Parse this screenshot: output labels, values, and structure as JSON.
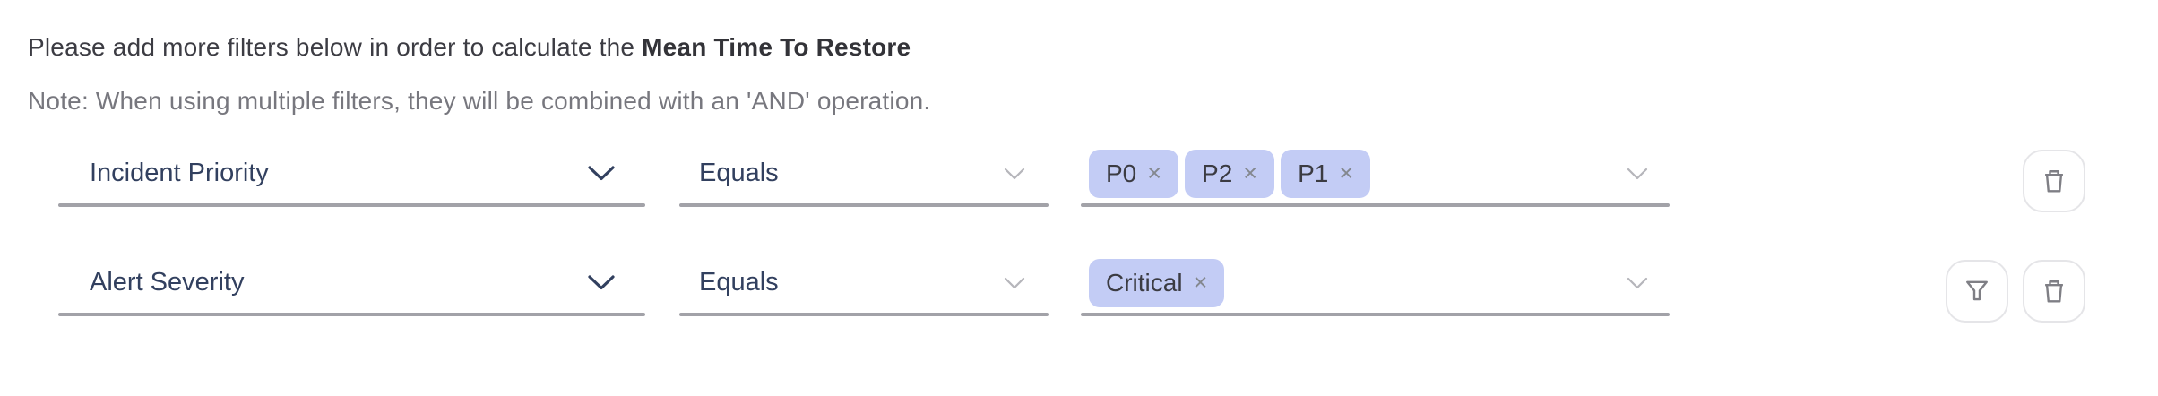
{
  "header": {
    "intro_text": "Please add more filters below in order to calculate the ",
    "metric_name": "Mean Time To Restore",
    "note": "Note: When using multiple filters, they will be combined with an 'AND' operation."
  },
  "ui": {
    "remove_glyph": "×"
  },
  "rows": [
    {
      "field": "Incident Priority",
      "operator": "Equals",
      "values": [
        "P0",
        "P2",
        "P1"
      ],
      "actions": [
        "delete"
      ]
    },
    {
      "field": "Alert Severity",
      "operator": "Equals",
      "values": [
        "Critical"
      ],
      "actions": [
        "filter",
        "delete"
      ]
    }
  ],
  "icons": {
    "field_chevron": "chevron-down-icon",
    "operator_chevron": "chevron-down-icon",
    "values_chevron": "chevron-down-icon",
    "delete": "trash-icon",
    "filter": "funnel-icon"
  },
  "colors": {
    "tag_background": "#c3ccf5",
    "field_text": "#32405f",
    "underline": "#a2a2a8",
    "note_text": "#77777e",
    "header_text": "#3c3c43",
    "icon_stroke": "#7f7f85",
    "button_border": "#e5e5e8"
  }
}
